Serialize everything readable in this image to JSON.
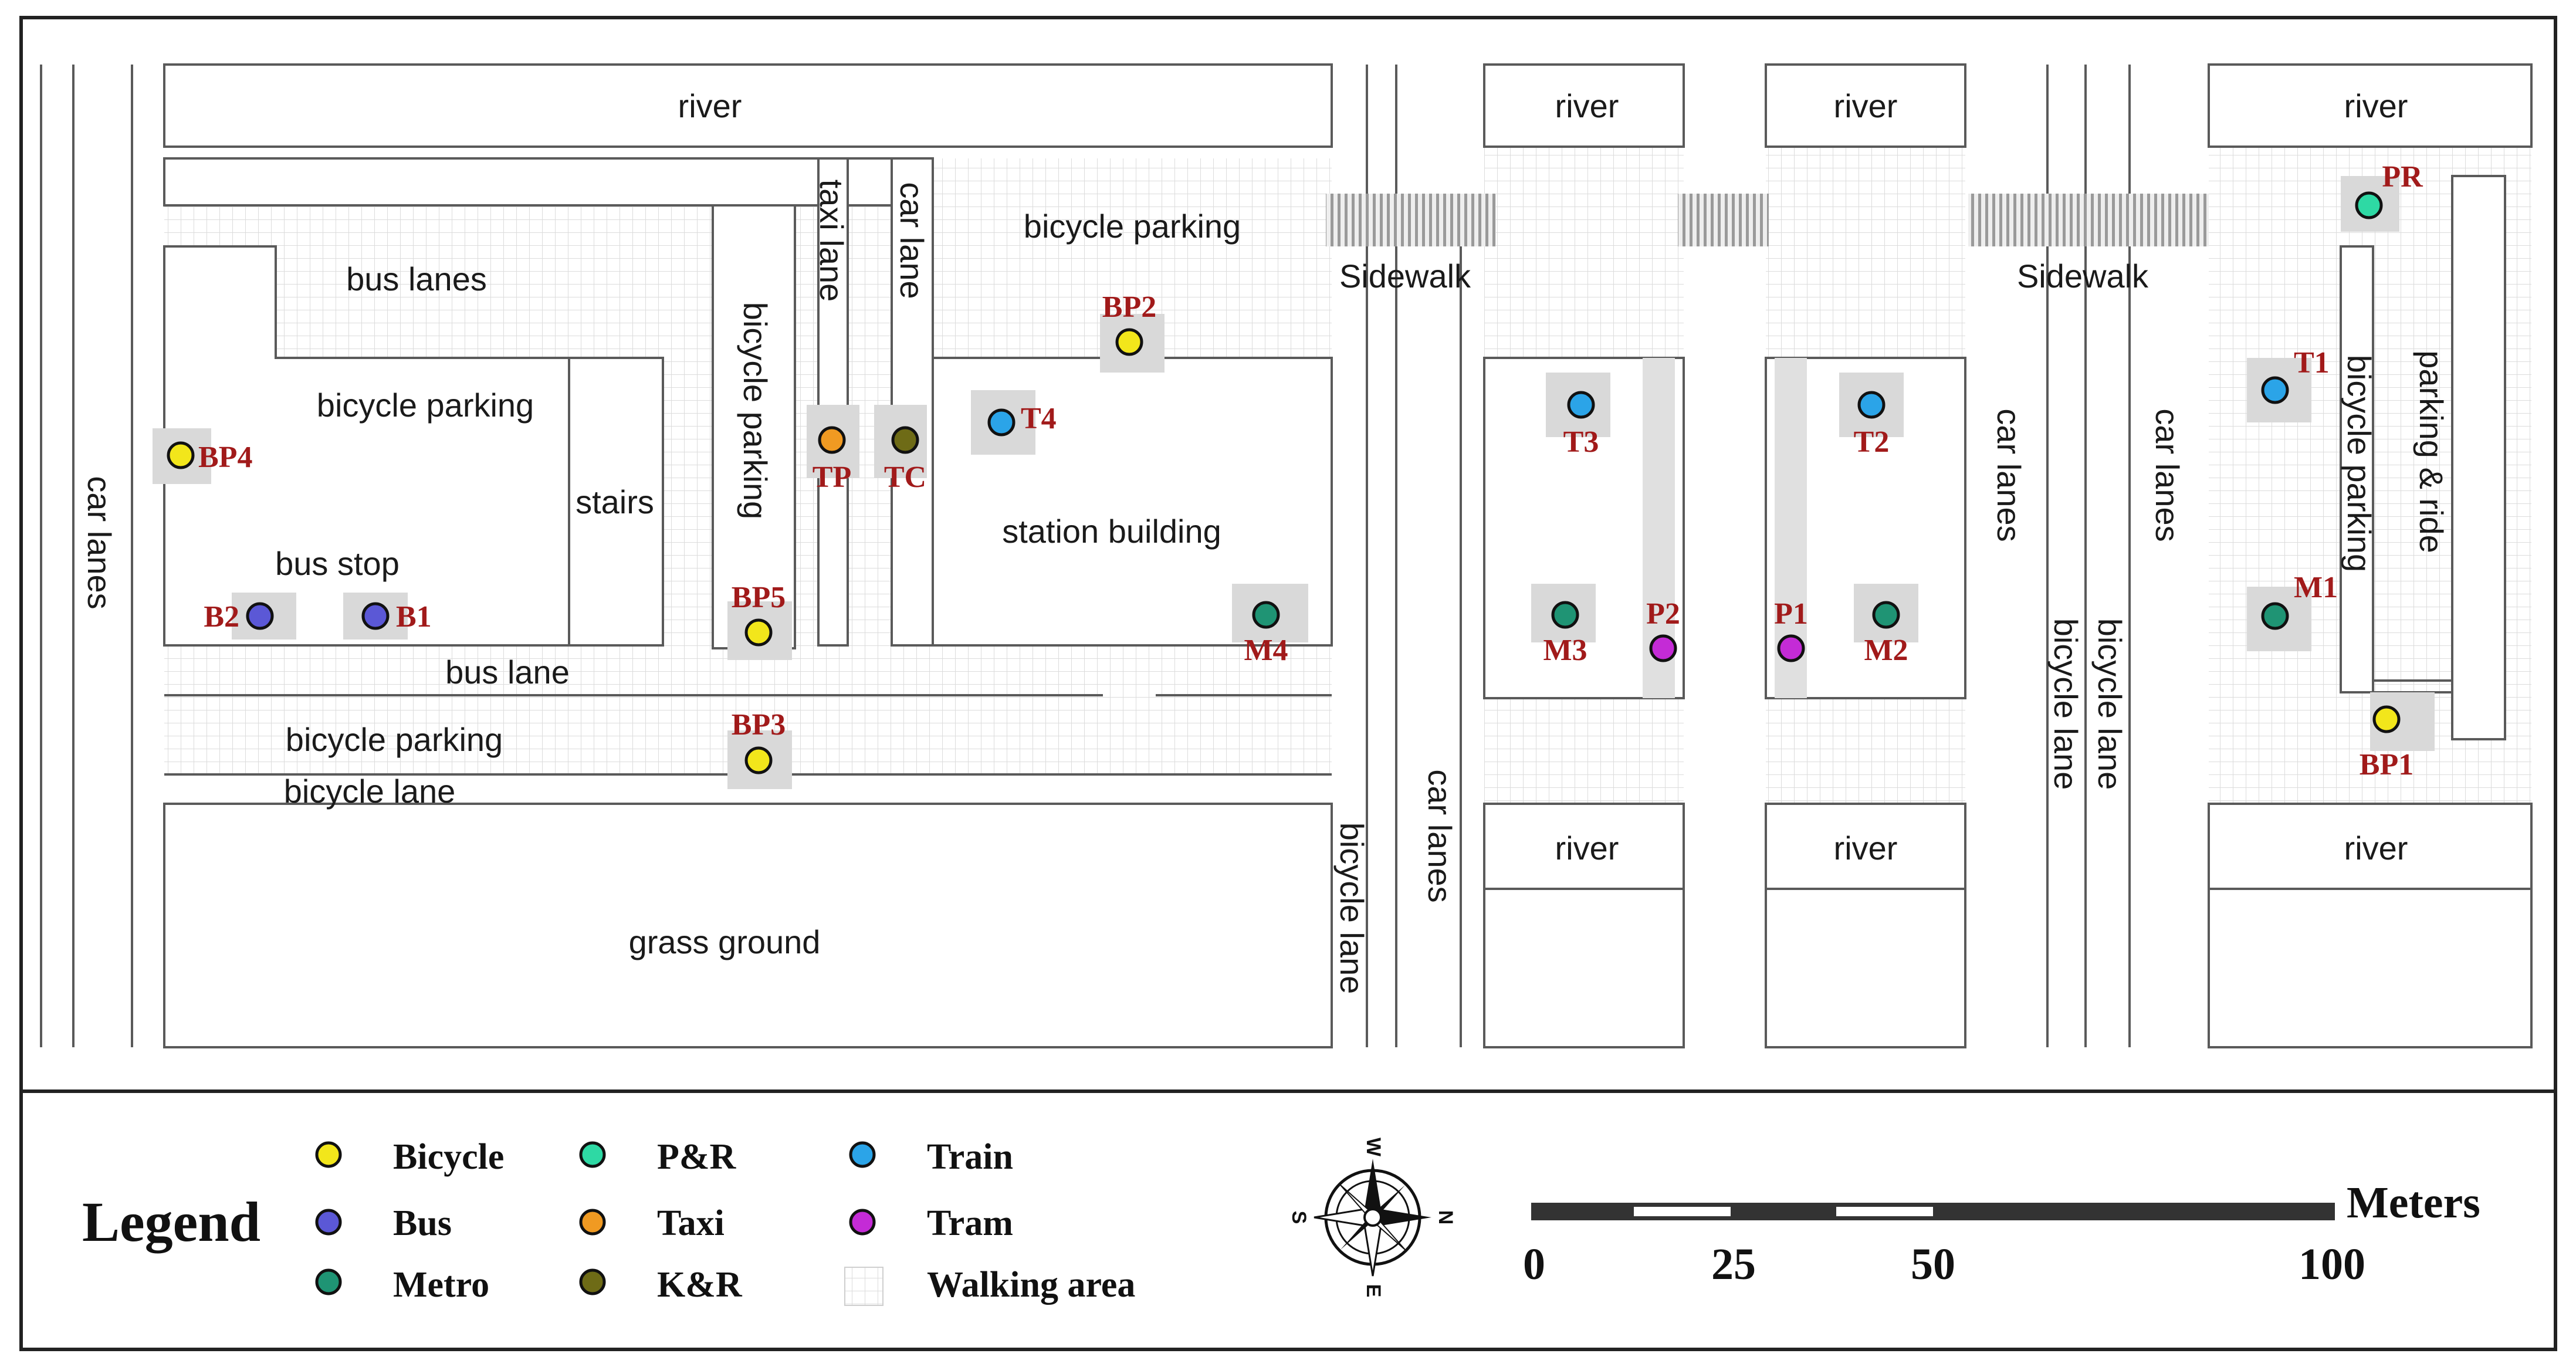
{
  "map": {
    "areas": {
      "river_1": "river",
      "river_2": "river",
      "river_3": "river",
      "river_4": "river",
      "river_5": "river",
      "river_6": "river",
      "river_7": "river",
      "bus_lanes": "bus lanes",
      "bicycle_parking_left": "bicycle parking",
      "stairs": "stairs",
      "bus_stop": "bus stop",
      "bus_lane": "bus lane",
      "bicycle_parking_lower": "bicycle parking",
      "bicycle_lane_lower": "bicycle lane",
      "grass_ground": "grass ground",
      "bicycle_parking_vertical": "bicycle parking",
      "taxi_lane": "taxi lane",
      "car_lane": "car lane",
      "bicycle_parking_top": "bicycle parking",
      "station_building": "station building",
      "sidewalk_1": "Sidewalk",
      "sidewalk_2": "Sidewalk",
      "car_lanes_left": "car lanes",
      "car_lanes_mid": "car lanes",
      "bicycle_lane_mid": "bicycle lane",
      "car_lanes_right_1": "car lanes",
      "car_lanes_right_2": "car lanes",
      "bicycle_lane_right_1": "bicycle lane",
      "bicycle_lane_right_2": "bicycle lane",
      "bicycle_parking_right": "bicycle parking",
      "parking_ride": "parking & ride"
    },
    "points": [
      {
        "id": "BP4",
        "type": "bicycle"
      },
      {
        "id": "BP5",
        "type": "bicycle"
      },
      {
        "id": "BP3",
        "type": "bicycle"
      },
      {
        "id": "BP2",
        "type": "bicycle"
      },
      {
        "id": "BP1",
        "type": "bicycle"
      },
      {
        "id": "B2",
        "type": "bus"
      },
      {
        "id": "B1",
        "type": "bus"
      },
      {
        "id": "TP",
        "type": "taxi"
      },
      {
        "id": "TC",
        "type": "kr"
      },
      {
        "id": "T4",
        "type": "train"
      },
      {
        "id": "T3",
        "type": "train"
      },
      {
        "id": "T2",
        "type": "train"
      },
      {
        "id": "T1",
        "type": "train"
      },
      {
        "id": "M4",
        "type": "metro"
      },
      {
        "id": "M3",
        "type": "metro"
      },
      {
        "id": "M2",
        "type": "metro"
      },
      {
        "id": "M1",
        "type": "metro"
      },
      {
        "id": "P2",
        "type": "tram"
      },
      {
        "id": "P1",
        "type": "tram"
      },
      {
        "id": "PR",
        "type": "pr"
      }
    ]
  },
  "colors": {
    "bicycle": "#f2e61b",
    "bus": "#5b58d6",
    "metro": "#1f9474",
    "pr": "#2ed9a4",
    "taxi": "#f09a22",
    "kr": "#6e6b16",
    "train": "#2ba4e8",
    "tram": "#c42bd6",
    "label": "#a11a1a",
    "walking_grid": "#d9d9d9"
  },
  "legend": {
    "title": "Legend",
    "items": [
      {
        "key": "bicycle",
        "label": "Bicycle"
      },
      {
        "key": "bus",
        "label": "Bus"
      },
      {
        "key": "metro",
        "label": "Metro"
      },
      {
        "key": "pr",
        "label": "P&R"
      },
      {
        "key": "taxi",
        "label": "Taxi"
      },
      {
        "key": "kr",
        "label": "K&R"
      },
      {
        "key": "train",
        "label": "Train"
      },
      {
        "key": "tram",
        "label": "Tram"
      },
      {
        "key": "walking",
        "label": "Walking area"
      }
    ]
  },
  "compass": {
    "n": "N",
    "s": "S",
    "e": "E",
    "w": "W"
  },
  "scale": {
    "unit": "Meters",
    "ticks": [
      "0",
      "25",
      "50",
      "100"
    ]
  }
}
